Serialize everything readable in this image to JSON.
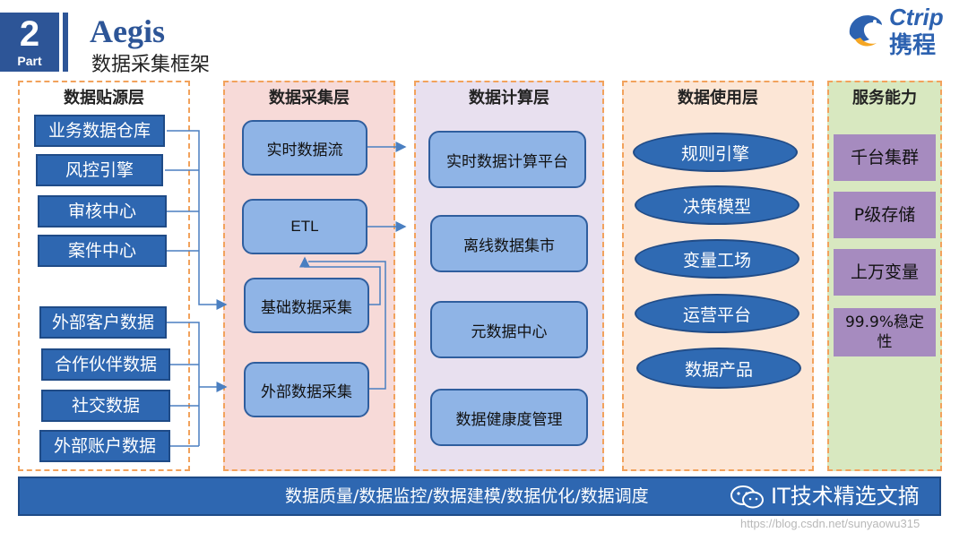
{
  "header": {
    "part_number": "2",
    "part_label": "Part",
    "title": "Aegis",
    "subtitle": "数据采集框架"
  },
  "logo": {
    "brand_en": "Ctrip",
    "brand_cn": "携程"
  },
  "columns": {
    "sources": {
      "title": "数据贴源层",
      "items": [
        "业务数据仓库",
        "风控引擎",
        "审核中心",
        "案件中心",
        "外部客户数据",
        "合作伙伴数据",
        "社交数据",
        "外部账户数据"
      ]
    },
    "collection": {
      "title": "数据采集层",
      "items": [
        "实时数据流",
        "ETL",
        "基础数据采集",
        "外部数据采集"
      ]
    },
    "compute": {
      "title": "数据计算层",
      "items": [
        "实时数据计算平台",
        "离线数据集市",
        "元数据中心",
        "数据健康度管理"
      ]
    },
    "usage": {
      "title": "数据使用层",
      "items": [
        "规则引擎",
        "决策模型",
        "变量工场",
        "运营平台",
        "数据产品"
      ]
    },
    "service": {
      "title": "服务能力",
      "items": [
        "千台集群",
        "P级存储",
        "上万变量",
        "99.9%稳定性"
      ]
    }
  },
  "bottom_bar": {
    "text": "数据质量/数据监控/数据建模/数据优化/数据调度"
  },
  "watermark": {
    "text": "IT技术精选文摘",
    "url": "https://blog.csdn.net/sunyaowu315"
  },
  "colors": {
    "primary_blue": "#2e67b1",
    "header_blue": "#2d5597",
    "dash_orange": "#f2a25c"
  }
}
